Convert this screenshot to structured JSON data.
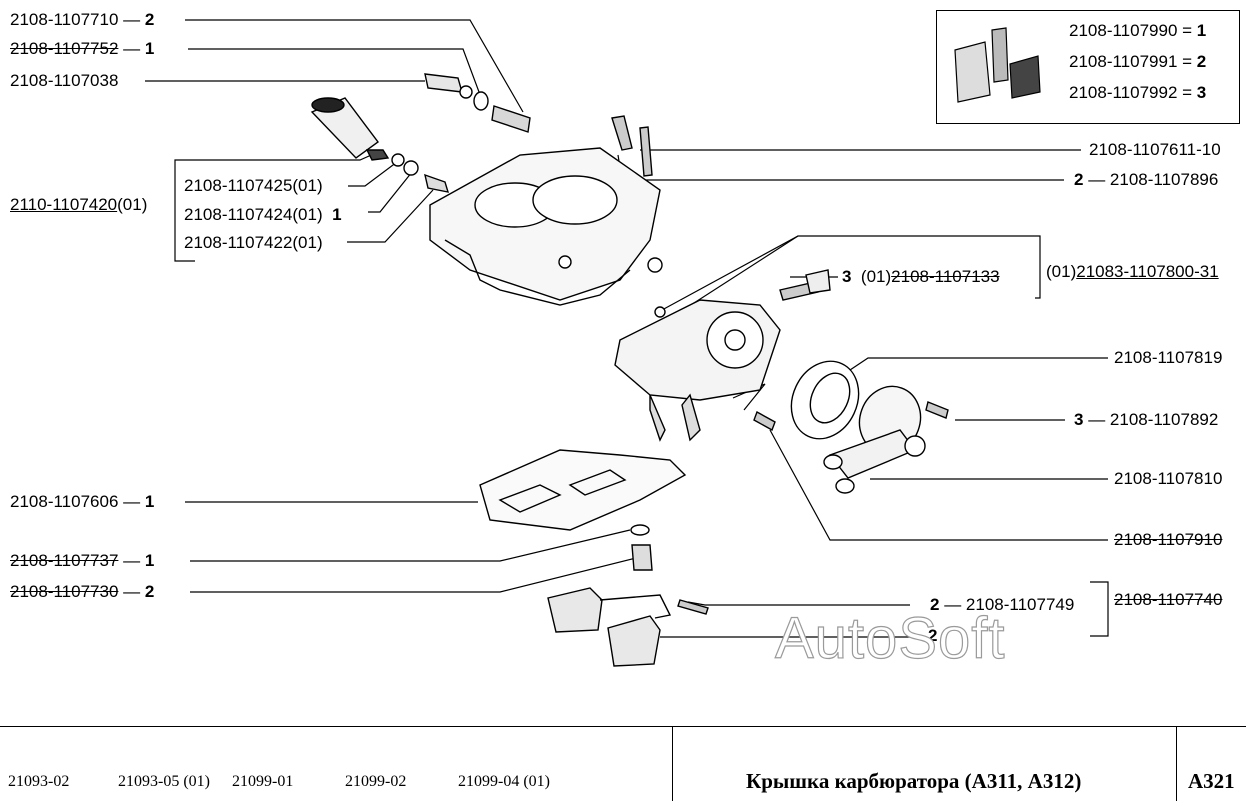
{
  "callouts": {
    "c1107710": {
      "num": "2108-1107710",
      "qty": "2"
    },
    "c1107752": {
      "num": "2108-1107752",
      "qty": "1"
    },
    "c1107038": {
      "num": "2108-1107038"
    },
    "c1107420": {
      "num": "2110-1107420",
      "suffix": "(01)"
    },
    "c1107425": {
      "num": "2108-1107425(01)"
    },
    "c1107424": {
      "num": "2108-1107424(01)",
      "qty": "1"
    },
    "c1107422": {
      "num": "2108-1107422(01)"
    },
    "c1107611": {
      "num": "2108-1107611-10"
    },
    "c1107896": {
      "num": "2108-1107896",
      "qty": "2"
    },
    "c1107133": {
      "prefix": "(01)",
      "num": "2108-1107133",
      "qty": "3"
    },
    "c1107800": {
      "prefix": "(01)",
      "num": "21083-1107800-31"
    },
    "c1107819": {
      "num": "2108-1107819"
    },
    "c1107892": {
      "num": "2108-1107892",
      "qty": "3"
    },
    "c1107810": {
      "num": "2108-1107810"
    },
    "c1107606": {
      "num": "2108-1107606",
      "qty": "1"
    },
    "c1107910": {
      "num": "2108-1107910"
    },
    "c1107737": {
      "num": "2108-1107737",
      "qty": "1"
    },
    "c1107730": {
      "num": "2108-1107730",
      "qty": "2"
    },
    "c1107749": {
      "num": "2108-1107749",
      "qty": "2"
    },
    "c1107740": {
      "num": "2108-1107740"
    },
    "float_qty": "2"
  },
  "kit": [
    {
      "num": "2108-1107990",
      "qty": "1"
    },
    {
      "num": "2108-1107991",
      "qty": "2"
    },
    {
      "num": "2108-1107992",
      "qty": "3"
    }
  ],
  "watermark": "AutoSoft",
  "footer": {
    "models": [
      "21093-02",
      "21093-05 (01)",
      "21099-01",
      "21099-02",
      "21099-04 (01)"
    ],
    "title": "Крышка карбюратора (А311, А312)",
    "code": "А321"
  }
}
